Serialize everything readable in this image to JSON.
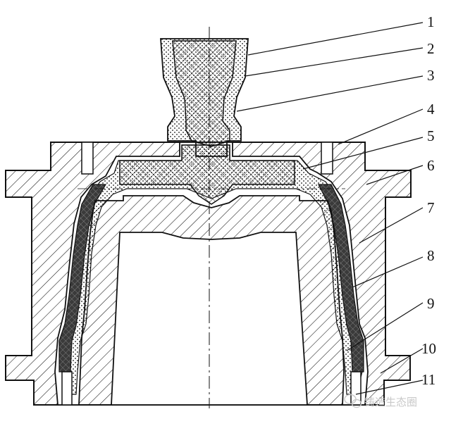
{
  "diagram": {
    "callouts": [
      "1",
      "2",
      "3",
      "4",
      "5",
      "6",
      "7",
      "8",
      "9",
      "10",
      "11"
    ]
  },
  "watermark": {
    "text": "铸造生态圈",
    "icon": "wechat-icon"
  },
  "colors": {
    "line": "#111111",
    "background": "#ffffff",
    "core": "#333333",
    "watermark": "#c9c9c9"
  }
}
